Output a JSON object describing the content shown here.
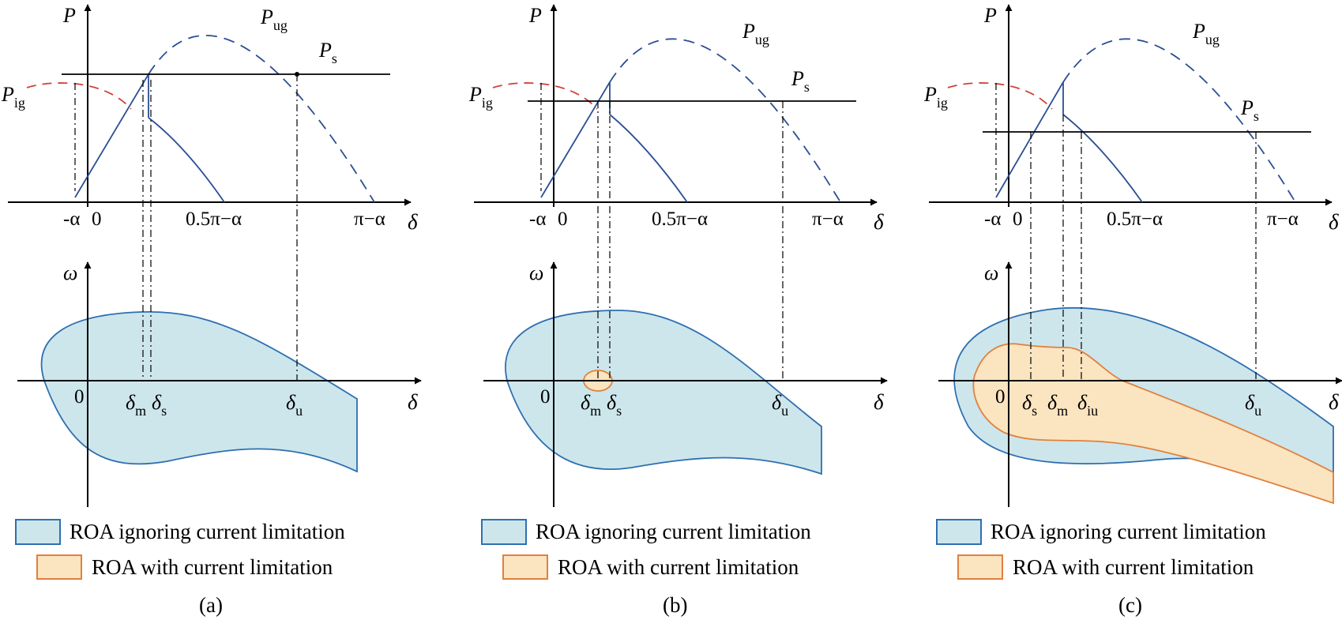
{
  "axes": {
    "p_label": "P",
    "delta_label": "δ",
    "omega_label": "ω",
    "neg_alpha": "-α",
    "zero": "0",
    "half_pi_alpha": "0.5π−α",
    "pi_alpha": "π−α"
  },
  "curves": {
    "pug_main": "P",
    "pug_sub": "ug",
    "pig_main": "P",
    "pig_sub": "ig",
    "ps_main": "P",
    "ps_sub": "s"
  },
  "markers": {
    "delta": "δ",
    "m_sub": "m",
    "s_sub": "s",
    "u_sub": "u",
    "iu_sub": "iu"
  },
  "legend": {
    "blue_label": "ROA ignoring current limitation",
    "orange_label": "ROA with current limitation"
  },
  "panels": [
    {
      "caption": "(a)"
    },
    {
      "caption": "(b)"
    },
    {
      "caption": "(c)"
    }
  ],
  "colors": {
    "pug_curve": "#2b4f94",
    "pig_curve": "#d0403b",
    "roa_ignoring_fill": "#cde6ec",
    "roa_ignoring_stroke": "#2e6fb0",
    "roa_limited_fill": "#fbe4c0",
    "roa_limited_stroke": "#e0813e"
  }
}
